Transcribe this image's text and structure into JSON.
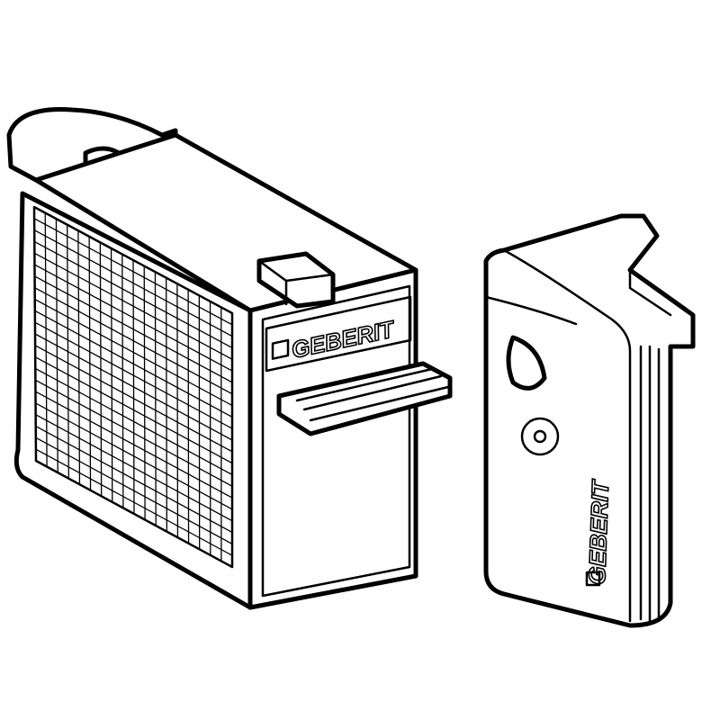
{
  "illustration": {
    "subject": "Geberit filter cartridge and housing cover",
    "left_part": {
      "brand_label": "GEBERIT"
    },
    "right_part": {
      "brand_label": "GEBERIT"
    }
  },
  "colors": {
    "line": "#000000",
    "background": "#ffffff"
  }
}
